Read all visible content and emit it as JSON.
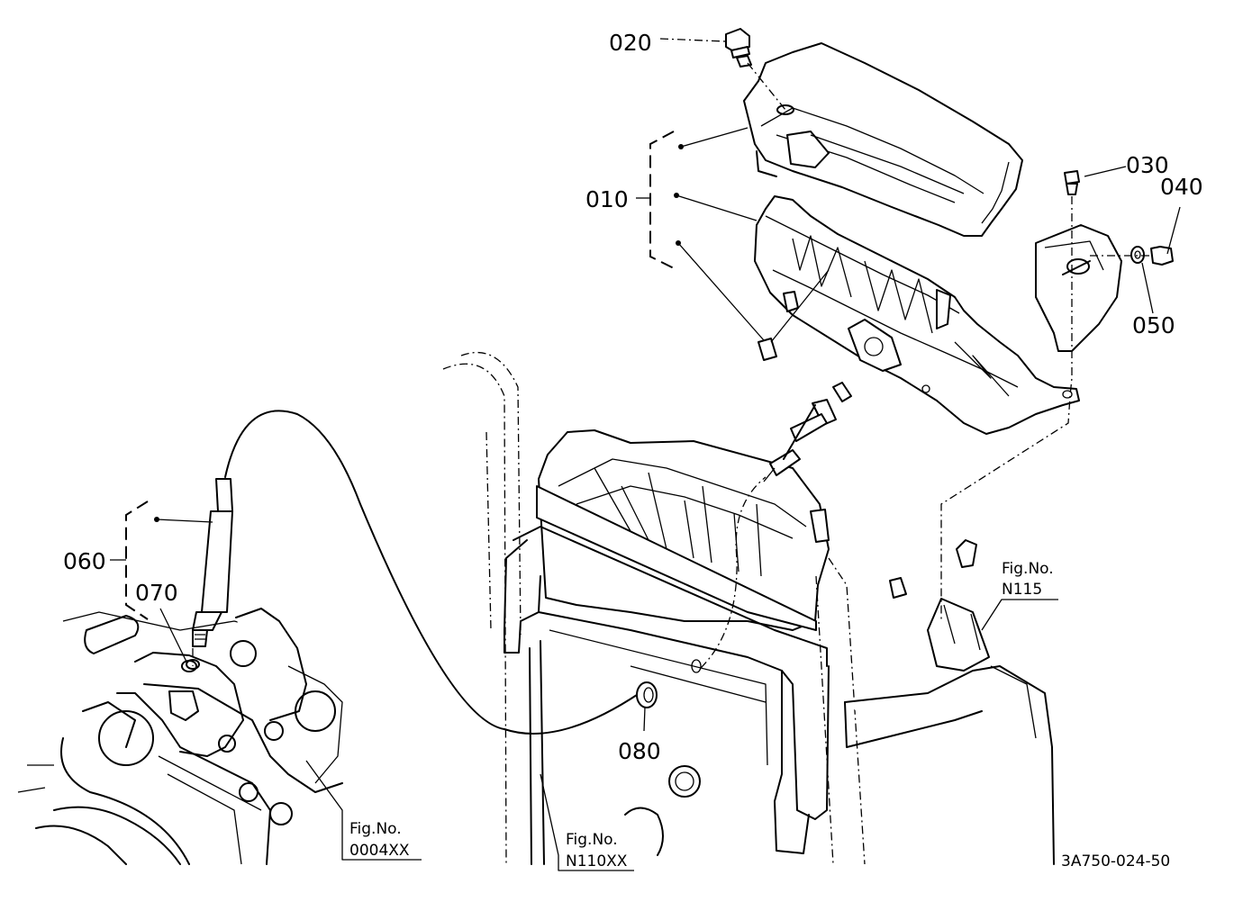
{
  "diagram": {
    "parts": [
      {
        "key": "020",
        "label": "020"
      },
      {
        "key": "010",
        "label": "010"
      },
      {
        "key": "030",
        "label": "030"
      },
      {
        "key": "040",
        "label": "040"
      },
      {
        "key": "050",
        "label": "050"
      },
      {
        "key": "060",
        "label": "060"
      },
      {
        "key": "070",
        "label": "070"
      },
      {
        "key": "080",
        "label": "080"
      }
    ],
    "figure_refs": [
      {
        "key": "n115",
        "title": "Fig.No.",
        "number": "N115"
      },
      {
        "key": "0004xx",
        "title": "Fig.No.",
        "number": "0004XX"
      },
      {
        "key": "n110xx",
        "title": "Fig.No.",
        "number": "N110XX"
      }
    ],
    "drawing_code": "3A750-024-50"
  }
}
